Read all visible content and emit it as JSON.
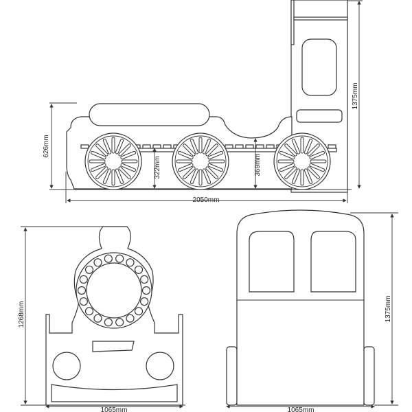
{
  "side_view": {
    "height_total": "1375mm",
    "height_body": "626mm",
    "height_slats": "322mm",
    "height_underbody": "369mm",
    "length": "2050mm"
  },
  "front_view": {
    "height": "1268mm",
    "width": "1065mm"
  },
  "back_view": {
    "height": "1375mm",
    "width": "1065mm"
  }
}
